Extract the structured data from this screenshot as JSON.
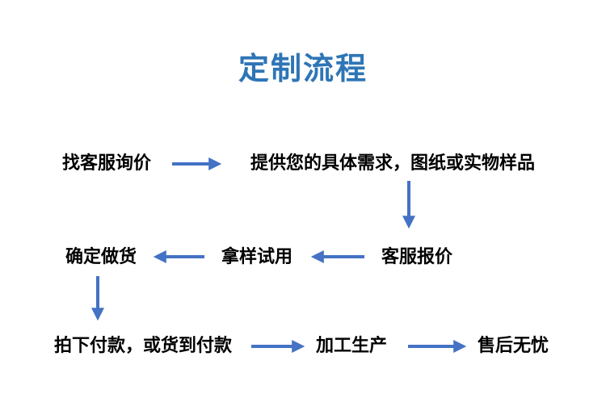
{
  "title": "定制流程",
  "colors": {
    "title": "#2e75b6",
    "arrow": "#4472c4",
    "text": "#000000"
  },
  "steps": [
    {
      "label": "找客服询价"
    },
    {
      "label": "提供您的具体需求，图纸或实物样品"
    },
    {
      "label": "客服报价"
    },
    {
      "label": "拿样试用"
    },
    {
      "label": "确定做货"
    },
    {
      "label": "拍下付款，或货到付款"
    },
    {
      "label": "加工生产"
    },
    {
      "label": "售后无忧"
    }
  ]
}
